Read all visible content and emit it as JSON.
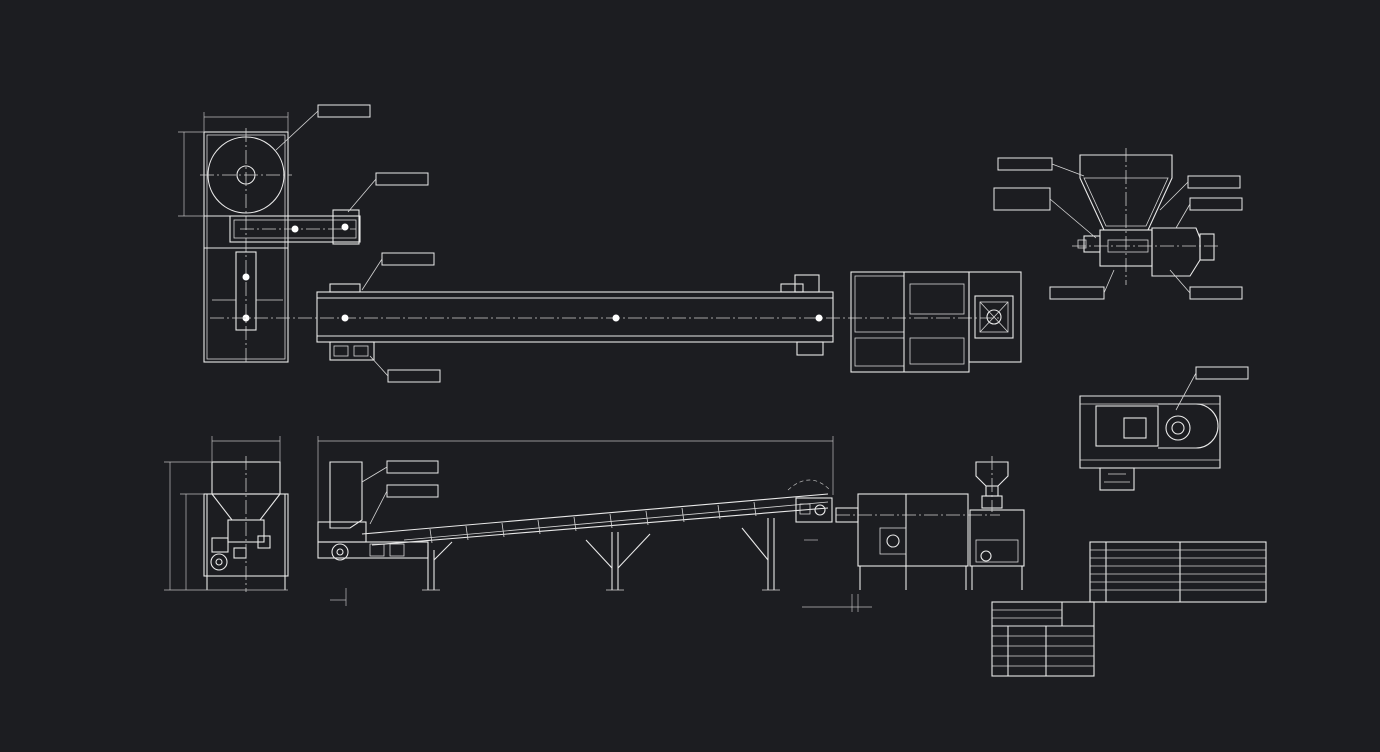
{
  "drawing": {
    "background": "#1c1d21",
    "line_color": "#e9e9e9",
    "views": [
      "plan-view-feeder",
      "plan-view-conveyor",
      "plan-view-control-unit",
      "detail-view-hopper-section",
      "detail-view-drive-pulley",
      "elevation-view-feeder-end",
      "elevation-view-incline-conveyor",
      "elevation-view-control-unit",
      "revision-table",
      "title-block"
    ],
    "callout_labels": [
      "",
      "",
      "",
      "",
      "",
      "",
      "",
      "",
      "",
      "",
      "",
      ""
    ]
  }
}
